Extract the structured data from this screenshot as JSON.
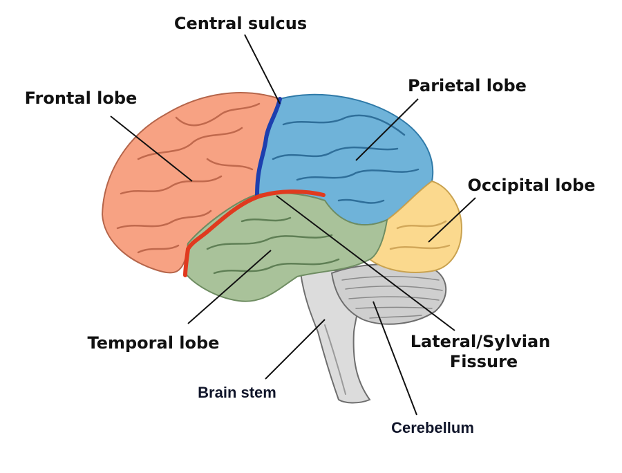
{
  "labels": {
    "central_sulcus": "Central sulcus",
    "frontal_lobe": "Frontal lobe",
    "parietal_lobe": "Parietal lobe",
    "occipital_lobe": "Occipital lobe",
    "temporal_lobe": "Temporal lobe",
    "lateral_fissure_line1": "Lateral/Sylvian",
    "lateral_fissure_line2": "Fissure",
    "brain_stem": "Brain stem",
    "cerebellum": "Cerebellum"
  },
  "colors": {
    "frontal": "#f7a283",
    "parietal": "#6fb3d9",
    "occipital": "#fbd98e",
    "temporal": "#a9c29a",
    "cerebellum": "#cfcfcf",
    "brain_stem": "#dcdcdc",
    "central_sulcus_line": "#1d3fae",
    "lateral_fissure_line": "#e03a1f"
  }
}
